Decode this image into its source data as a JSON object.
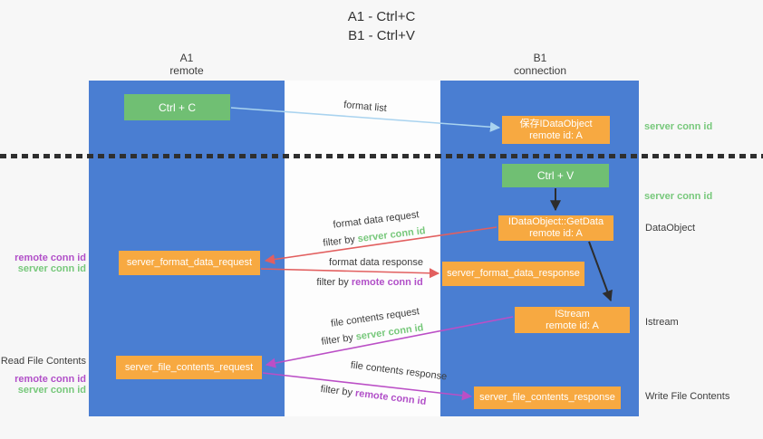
{
  "title": {
    "line1": "A1 - Ctrl+C",
    "line2": "B1 - Ctrl+V"
  },
  "columns": {
    "left": {
      "name": "A1",
      "subtitle": "remote"
    },
    "right": {
      "name": "B1",
      "subtitle": "connection"
    }
  },
  "nodes": {
    "ctrl_c": "Ctrl + C",
    "ctrl_v": "Ctrl + V",
    "save_dataobject": {
      "line1": "保存IDataObject",
      "line2": "remote id: A"
    },
    "getdata": {
      "line1": "IDataObject::GetData",
      "line2": "remote id: A"
    },
    "istream": {
      "line1": "IStream",
      "line2": "remote id: A"
    },
    "format_request": "server_format_data_request",
    "format_response": "server_format_data_response",
    "file_request": "server_file_contents_request",
    "file_response": "server_file_contents_response"
  },
  "flow_labels": {
    "format_list": "format list",
    "format_data_request": "format data request",
    "format_data_response": "format data response",
    "file_contents_request": "file contents request",
    "file_contents_response": "file contents response",
    "filter_by": "filter by ",
    "server_conn_id": "server conn id",
    "remote_conn_id": "remote conn id"
  },
  "side_labels": {
    "right_server_conn_id_top": "server conn id",
    "right_server_conn_id_mid": "server conn id",
    "right_dataobject": "DataObject",
    "right_istream": "Istream",
    "right_write_file_contents": "Write File Contents",
    "left_remote_conn_id_mid": "remote conn id",
    "left_server_conn_id_mid": "server conn id",
    "left_read_file_contents": "Read File Contents",
    "left_remote_conn_id_bottom": "remote conn id",
    "left_server_conn_id_bottom": "server conn id"
  },
  "colors": {
    "column_blue": "#4a7ed2",
    "box_green": "#70bf73",
    "box_orange": "#f7a941",
    "arrow_blue": "#a9d3ef",
    "arrow_red": "#e25f5f",
    "arrow_purple": "#bb4fc6",
    "arrow_black": "#2d2d2d",
    "text_green": "#77c87b",
    "text_purple": "#b14fc8",
    "dotted_line": "#2f2f2f"
  }
}
